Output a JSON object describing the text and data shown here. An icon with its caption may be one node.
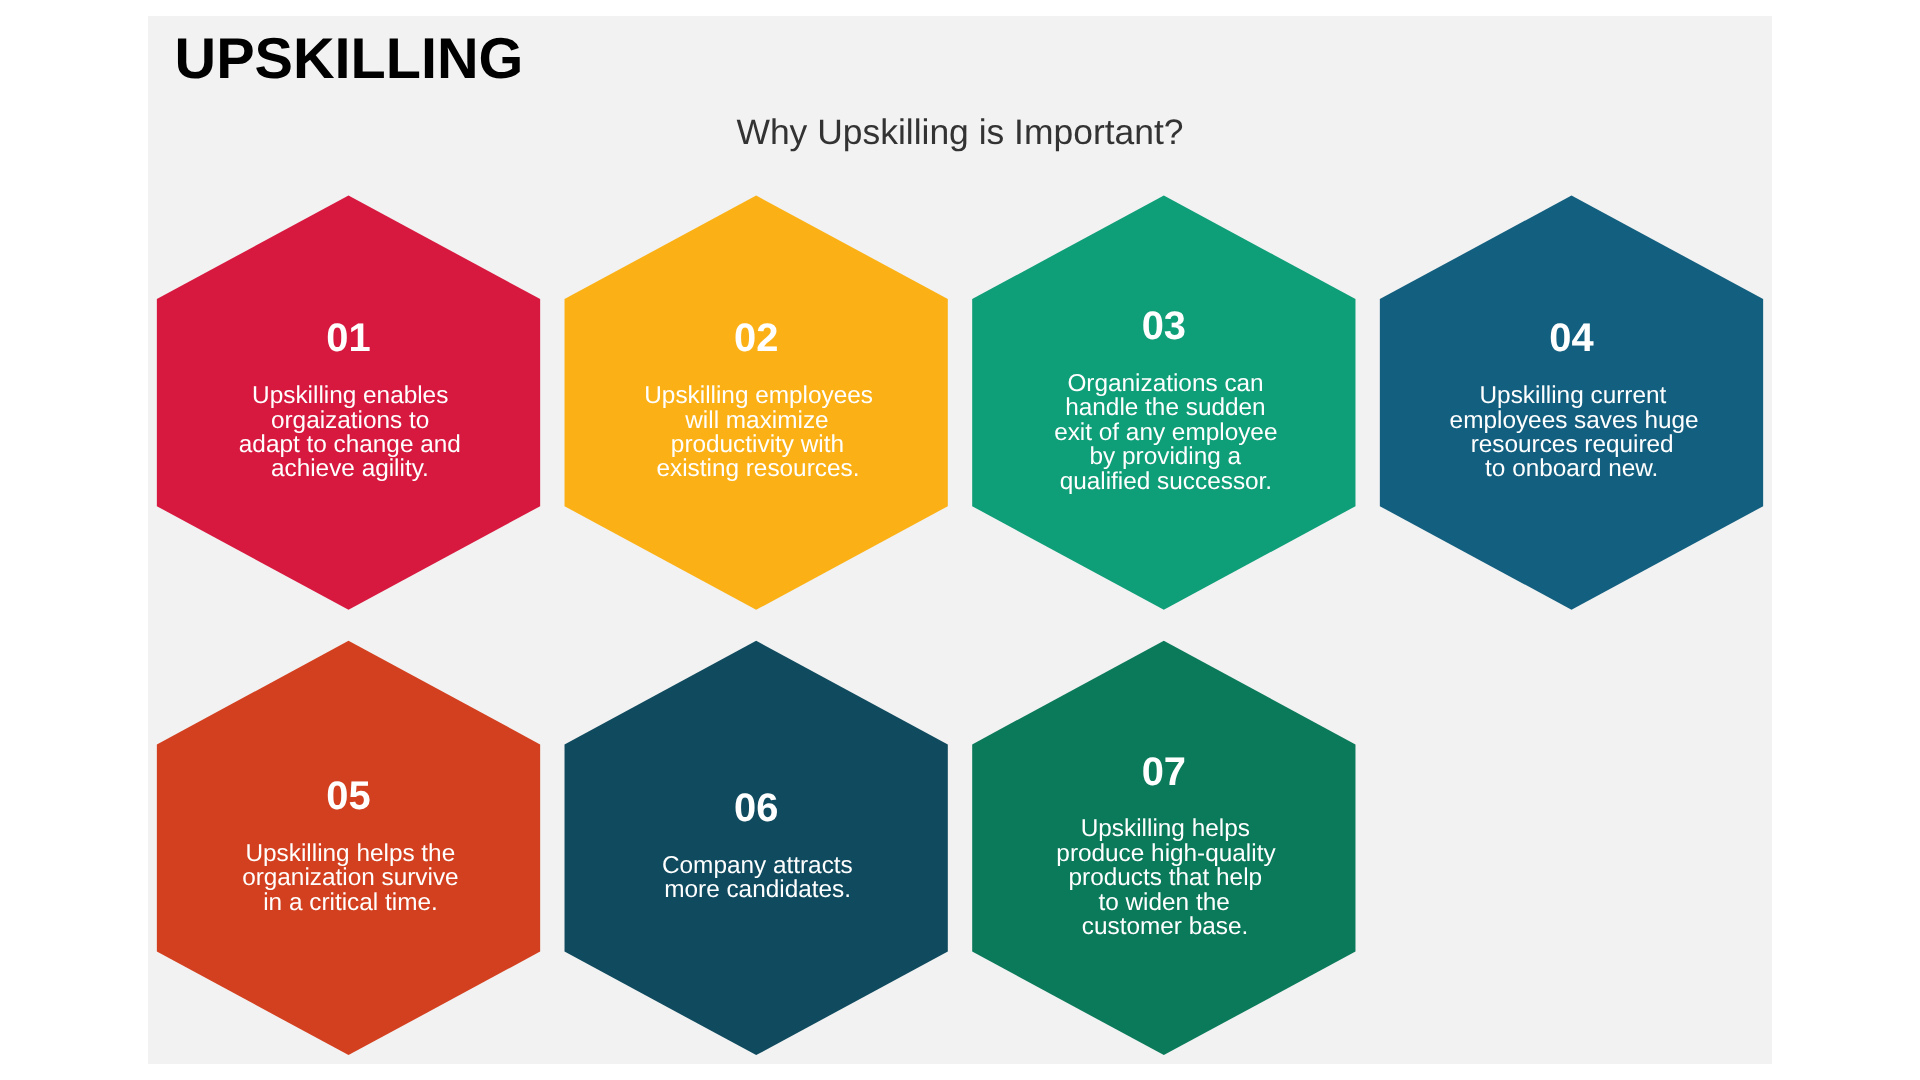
{
  "diagram": {
    "title": "UPSKILLING",
    "nodes": [
      {
        "text": [
          "01",
          "Upskilling enables orgaizations to adapt to change and achieve agility."
        ]
      },
      {
        "text": [
          "02",
          "Upskilling employees will maximize productivity with existing resources."
        ]
      },
      {
        "text": [
          "03",
          "Organizations can handle the sudden exit of any employee by providing a qualified successor."
        ]
      },
      {
        "text": [
          "04",
          "Upskilling current employees saves huge resources required to onboard new."
        ]
      },
      {
        "text": [
          "05",
          "Upskilling helps the organization survive in a critical time."
        ]
      },
      {
        "text": [
          "06",
          "Company attracts more candidates."
        ]
      },
      {
        "text": [
          "07",
          "Upskilling helps produce high-quality products that help to widen the customer base."
        ]
      }
    ],
    "labels": [
      "Why Upskilling is Important?"
    ]
  }
}
